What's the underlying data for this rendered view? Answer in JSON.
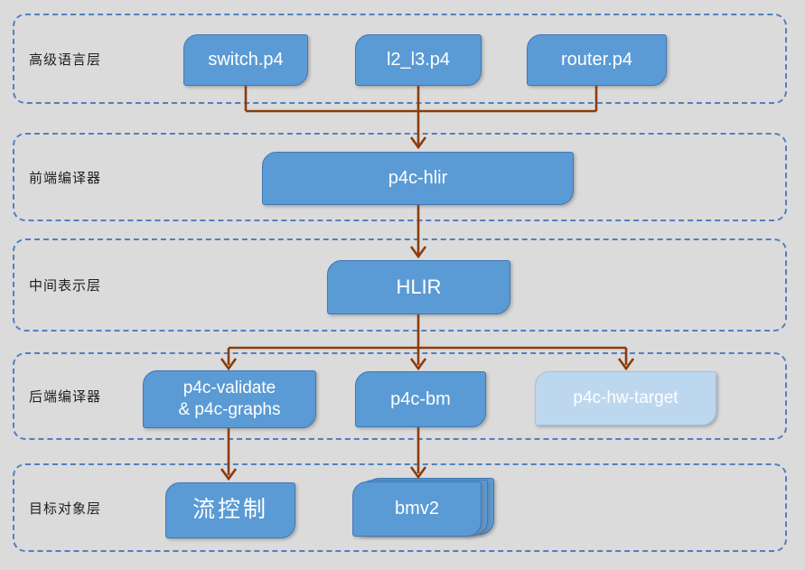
{
  "title": "P4 compiler architecture diagram",
  "colors": {
    "canvas-bg": "#dbdbdb",
    "layer-border": "#5180c1",
    "node-fill": "#5b9bd5",
    "node-border": "#4176b2",
    "node-light-fill": "#bdd7ee",
    "node-light-border": "#9cc3e5",
    "arrow": "#8b3c0e",
    "node-text": "#ffffff",
    "label-text": "#1f1f1f"
  },
  "layers": [
    {
      "label": "高级语言层",
      "nodes": [
        {
          "text": "switch.p4"
        },
        {
          "text": "l2_l3.p4"
        },
        {
          "text": "router.p4"
        }
      ]
    },
    {
      "label": "前端编译器",
      "nodes": [
        {
          "text": "p4c-hlir"
        }
      ]
    },
    {
      "label": "中间表示层",
      "nodes": [
        {
          "text": "HLIR"
        }
      ]
    },
    {
      "label": "后端编译器",
      "nodes": [
        {
          "text": "p4c-validate",
          "text2": "& p4c-graphs"
        },
        {
          "text": "p4c-bm"
        },
        {
          "text": "p4c-hw-target",
          "variant": "light"
        }
      ]
    },
    {
      "label": "目标对象层",
      "nodes": [
        {
          "text": "流控制"
        },
        {
          "text": "bmv2",
          "variant": "stacked"
        }
      ]
    }
  ],
  "connections": [
    {
      "from": "switch.p4",
      "to": "p4c-hlir"
    },
    {
      "from": "l2_l3.p4",
      "to": "p4c-hlir"
    },
    {
      "from": "router.p4",
      "to": "p4c-hlir"
    },
    {
      "from": "p4c-hlir",
      "to": "HLIR"
    },
    {
      "from": "HLIR",
      "to": "p4c-validate & p4c-graphs"
    },
    {
      "from": "HLIR",
      "to": "p4c-bm"
    },
    {
      "from": "HLIR",
      "to": "p4c-hw-target"
    },
    {
      "from": "p4c-validate & p4c-graphs",
      "to": "流控制"
    },
    {
      "from": "p4c-bm",
      "to": "bmv2"
    }
  ]
}
